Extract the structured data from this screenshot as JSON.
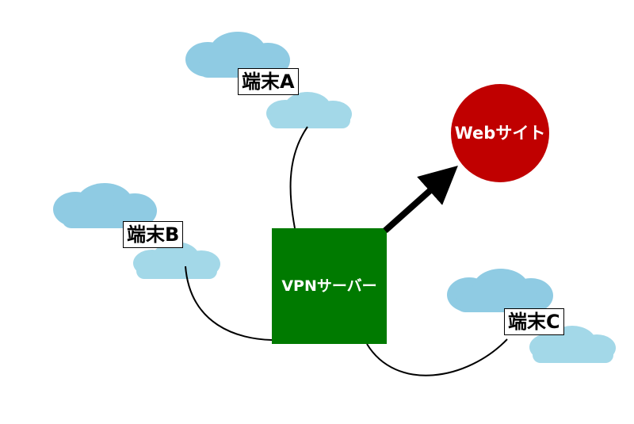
{
  "vpn_server": {
    "label": "VPNサーバー",
    "color": "#007a00"
  },
  "website": {
    "label": "Webサイト",
    "color": "#c00000"
  },
  "terminals": [
    {
      "id": "A",
      "label": "端末A"
    },
    {
      "id": "B",
      "label": "端末B"
    },
    {
      "id": "C",
      "label": "端末C"
    }
  ],
  "colors": {
    "cloud": "#8fcbe3",
    "cloud_light": "#a3d8e8",
    "line": "#000000"
  }
}
